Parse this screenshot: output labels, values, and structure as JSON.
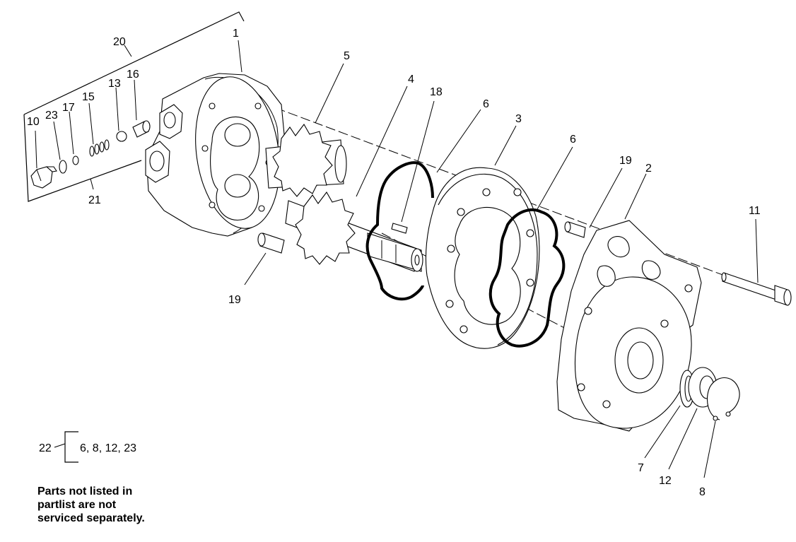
{
  "callouts": {
    "c1": "1",
    "c2": "2",
    "c3": "3",
    "c4": "4",
    "c5": "5",
    "c6a": "6",
    "c6b": "6",
    "c7": "7",
    "c8": "8",
    "c10": "10",
    "c11": "11",
    "c12": "12",
    "c13": "13",
    "c15": "15",
    "c16": "16",
    "c17": "17",
    "c18": "18",
    "c19a": "19",
    "c19b": "19",
    "c20": "20",
    "c21": "21",
    "c22": "22",
    "c23": "23"
  },
  "kit": {
    "label": "22",
    "contents": "6, 8, 12, 23"
  },
  "note": {
    "line1": "Parts not listed in",
    "line2": "partlist are not",
    "line3": "serviced separately."
  }
}
